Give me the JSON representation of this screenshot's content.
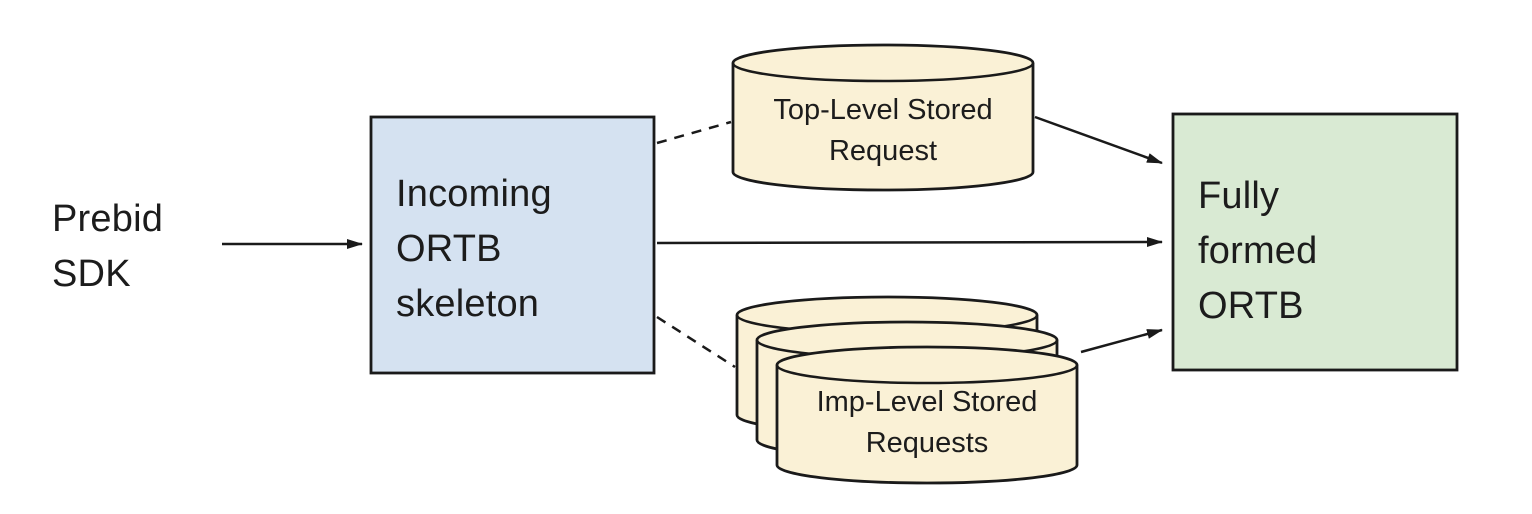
{
  "title": "Stored request resolution flow diagram",
  "colors": {
    "background": "#ffffff",
    "node_blue": "#d5e2f1",
    "node_cream": "#faf1d6",
    "node_green": "#d9ead3",
    "stroke": "#1a1a1a",
    "text": "#1c1c1c"
  },
  "nodes": {
    "prebid_sdk": {
      "label": "Prebid SDK",
      "lines": [
        "Prebid",
        "SDK"
      ],
      "shape": "text"
    },
    "incoming_ortb": {
      "label": "Incoming ORTB skeleton",
      "lines": [
        "Incoming",
        "ORTB",
        "skeleton"
      ],
      "shape": "rect",
      "fill": "#d5e2f1"
    },
    "top_level_stored_request": {
      "label": "Top-Level Stored Request",
      "lines": [
        "Top-Level Stored",
        "Request"
      ],
      "shape": "cylinder",
      "fill": "#faf1d6"
    },
    "imp_level_stored_requests": {
      "label": "Imp-Level Stored Requests",
      "lines": [
        "Imp-Level Stored",
        "Requests"
      ],
      "shape": "cylinder-stack",
      "stack_count": 3,
      "fill": "#faf1d6"
    },
    "fully_formed_ortb": {
      "label": "Fully formed ORTB",
      "lines": [
        "Fully",
        "formed",
        "ORTB"
      ],
      "shape": "rect",
      "fill": "#d9ead3"
    }
  },
  "edges": [
    {
      "from": "prebid_sdk",
      "to": "incoming_ortb",
      "style": "solid",
      "arrowhead": true
    },
    {
      "from": "incoming_ortb",
      "to": "top_level_stored_request",
      "style": "dashed",
      "arrowhead": false
    },
    {
      "from": "top_level_stored_request",
      "to": "fully_formed_ortb",
      "style": "solid",
      "arrowhead": true
    },
    {
      "from": "incoming_ortb",
      "to": "fully_formed_ortb",
      "style": "solid",
      "arrowhead": true
    },
    {
      "from": "incoming_ortb",
      "to": "imp_level_stored_requests",
      "style": "dashed",
      "arrowhead": false
    },
    {
      "from": "imp_level_stored_requests",
      "to": "fully_formed_ortb",
      "style": "solid",
      "arrowhead": true
    }
  ]
}
